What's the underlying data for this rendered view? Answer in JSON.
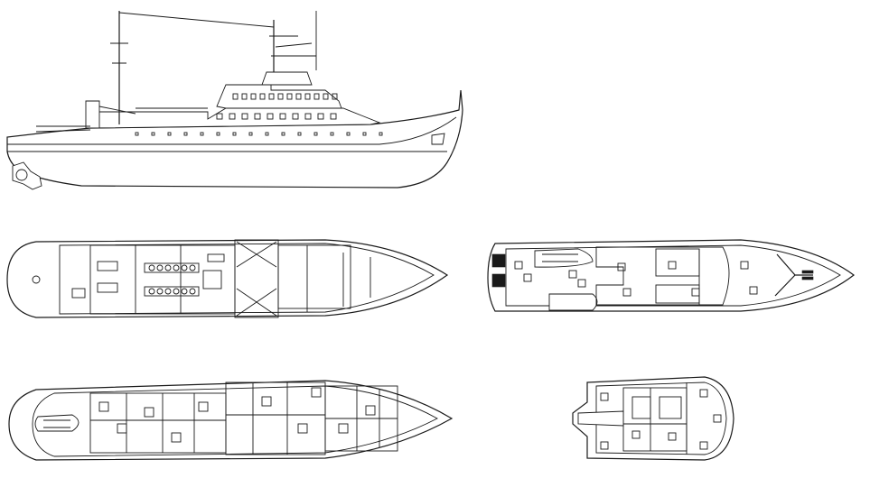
{
  "drawing": {
    "ink_color": "#1a1a1a",
    "paper_color": "#ffffff",
    "views": [
      {
        "id": "profile",
        "kind": "side-elevation"
      },
      {
        "id": "main-deck",
        "kind": "deck-plan"
      },
      {
        "id": "upper-deck",
        "kind": "deck-plan"
      },
      {
        "id": "lower-deck",
        "kind": "deck-plan"
      },
      {
        "id": "bridge-deck",
        "kind": "deck-plan"
      }
    ]
  }
}
